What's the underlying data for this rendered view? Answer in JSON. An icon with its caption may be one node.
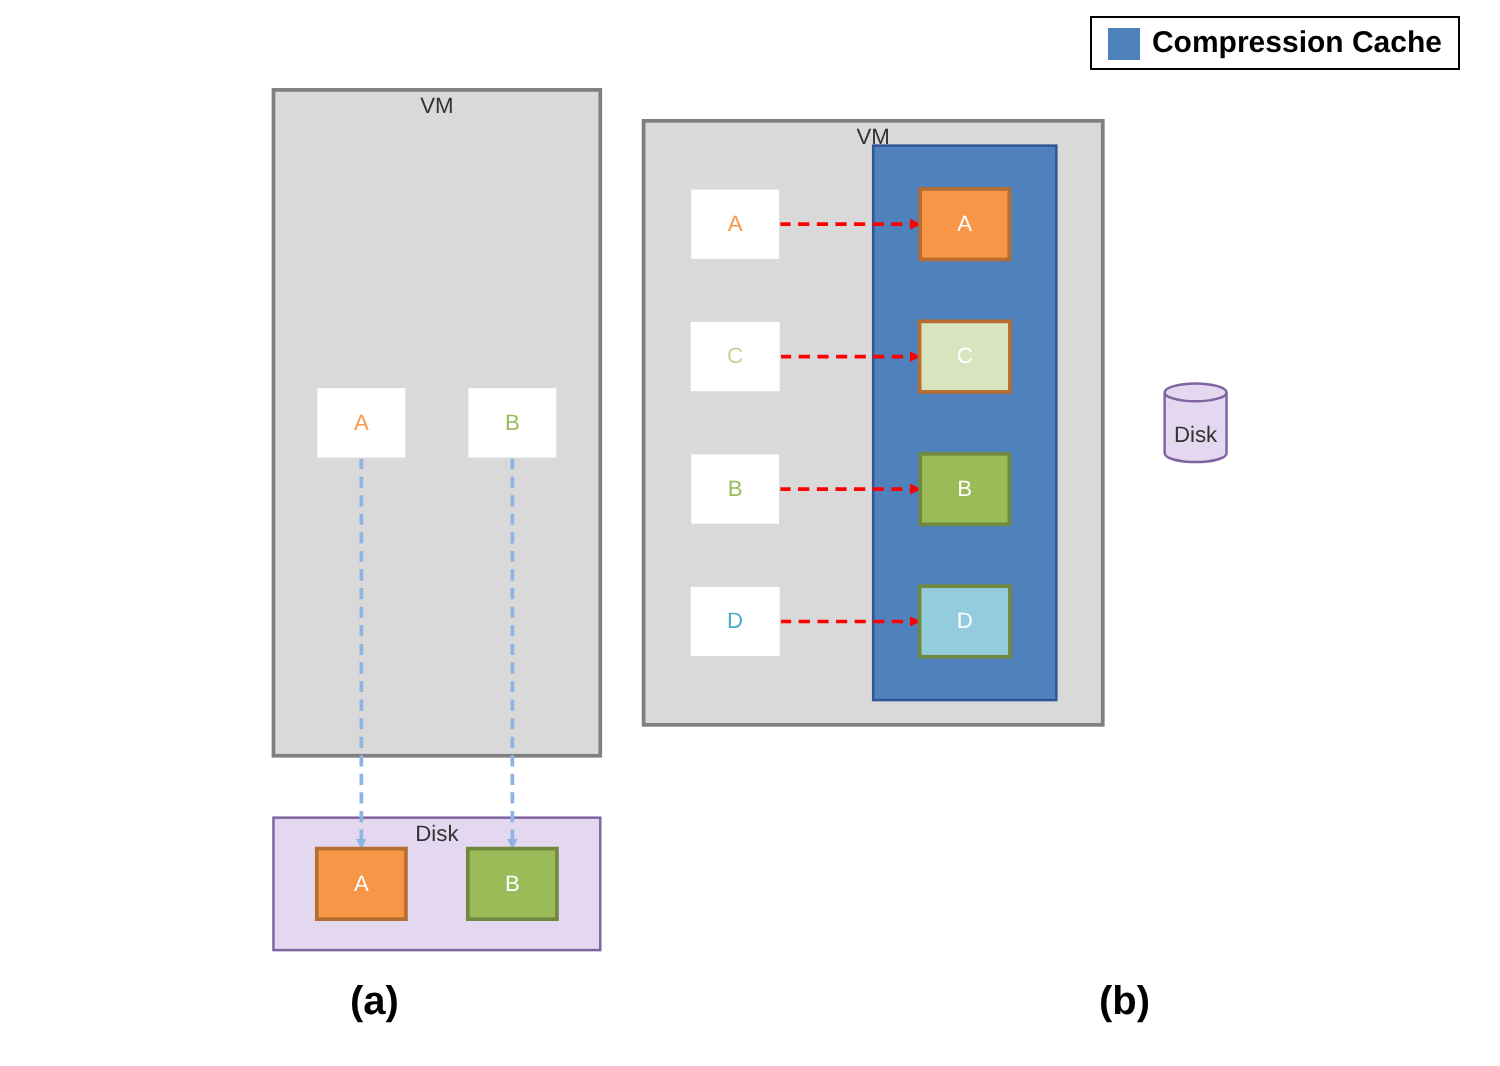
{
  "diagram": {
    "nodes": [
      {
        "text": [
          "VM"
        ]
      },
      {
        "text": [
          "A"
        ],
        "in": 0
      },
      {
        "text": [
          "B"
        ],
        "in": 0
      },
      {
        "text": [
          "Disk"
        ]
      },
      {
        "text": [
          "A"
        ],
        "in": 3
      },
      {
        "text": [
          "B"
        ],
        "in": 3
      },
      {
        "text": [
          "VM"
        ]
      },
      {
        "text": [
          "A"
        ],
        "in": 6
      },
      {
        "text": [
          "B"
        ],
        "in": 6
      },
      {
        "text": [
          "C"
        ],
        "in": 6
      },
      {
        "text": [
          "D"
        ],
        "in": 6
      },
      {
        "text": [],
        "shape": "box",
        "in": 6
      },
      {
        "text": [
          "A"
        ],
        "in": 11
      },
      {
        "text": [
          "B"
        ],
        "in": 11
      },
      {
        "text": [
          "C"
        ],
        "in": 11
      },
      {
        "text": [
          "D"
        ],
        "in": 11
      },
      {
        "text": [
          "Disk"
        ]
      }
    ],
    "edges": [
      {
        "from": 1,
        "to": 4,
        "arrow": "to",
        "style": "dashed",
        "color": "#8eb4e3"
      },
      {
        "from": 2,
        "to": 5,
        "arrow": "to",
        "style": "dashed",
        "color": "#8eb4e3"
      },
      {
        "from": 7,
        "to": 12,
        "arrow": "to",
        "style": "dashed",
        "color": "#ff0000"
      },
      {
        "from": 9,
        "to": 14,
        "arrow": "to",
        "style": "dashed",
        "color": "#ff0000"
      },
      {
        "from": 8,
        "to": 13,
        "arrow": "to",
        "style": "dashed",
        "color": "#ff0000"
      },
      {
        "from": 10,
        "to": 15,
        "arrow": "to",
        "style": "dashed",
        "color": "#ff0000"
      }
    ],
    "labels": [
      "(a)",
      "(b)"
    ],
    "legend": [
      {
        "text": "Compression Cache",
        "color": "#4f81bd"
      }
    ]
  }
}
